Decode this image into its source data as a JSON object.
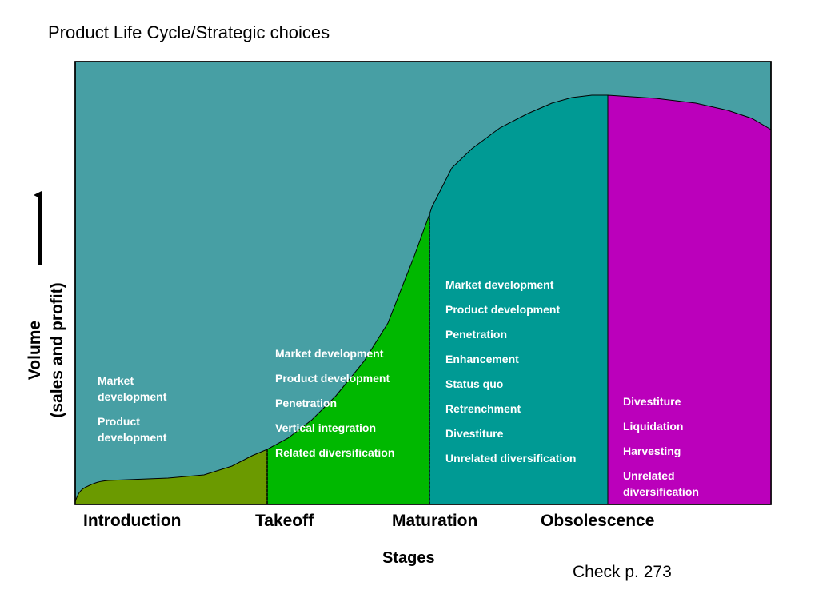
{
  "title": "Product Life Cycle/Strategic choices",
  "axis": {
    "y_label_line1": "Volume",
    "y_label_line2": "(sales and profit)",
    "x_label": "Stages"
  },
  "stages": [
    {
      "name": "Introduction",
      "color": "#6b9a00",
      "choices": [
        "Market development",
        "Product development"
      ]
    },
    {
      "name": "Takeoff",
      "color": "#00b800",
      "choices": [
        "Market development",
        "Product development",
        "Penetration",
        "Vertical integration",
        "Related diversification"
      ]
    },
    {
      "name": "Maturation",
      "color": "#009a94",
      "choices": [
        "Market development",
        "Product development",
        "Penetration",
        "Enhancement",
        "Status quo",
        "Retrenchment",
        "Divestiture",
        "Unrelated diversification"
      ]
    },
    {
      "name": "Obsolescence",
      "color": "#bb00bb",
      "choices": [
        "Divestiture",
        "Liquidation",
        "Harvesting",
        "Unrelated diversification"
      ]
    }
  ],
  "background_color": "#479fa4",
  "note": "Check p. 273"
}
